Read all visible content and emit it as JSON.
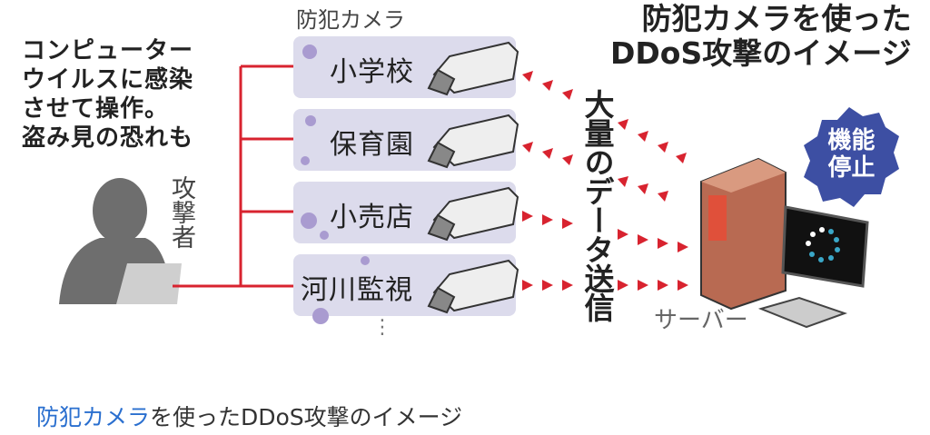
{
  "figure": {
    "title_lines": [
      "防犯カメラを使った",
      "DDoS攻撃のイメージ"
    ],
    "camera_group_label": "防犯カメラ",
    "attacker_note_lines": [
      "コンピューター",
      "ウイルスに感染",
      "させて操作。",
      "盗み見の恐れも"
    ],
    "attacker_label": "攻撃者",
    "cameras": [
      {
        "label": "小学校"
      },
      {
        "label": "保育園"
      },
      {
        "label": "小売店"
      },
      {
        "label": "河川監視"
      }
    ],
    "more_indicator": "⋮",
    "data_flow_label": "大量のデータ送信",
    "server_label": "サーバー",
    "status_bubble": "機能停止",
    "colors": {
      "link_line": "#d8232f",
      "bubble": "#3d4fa3",
      "box": "#dcdbec",
      "server": "#c8765a"
    }
  },
  "caption": {
    "link_text": "防犯カメラ",
    "rest_text": "を使ったDDoS攻撃のイメージ"
  }
}
